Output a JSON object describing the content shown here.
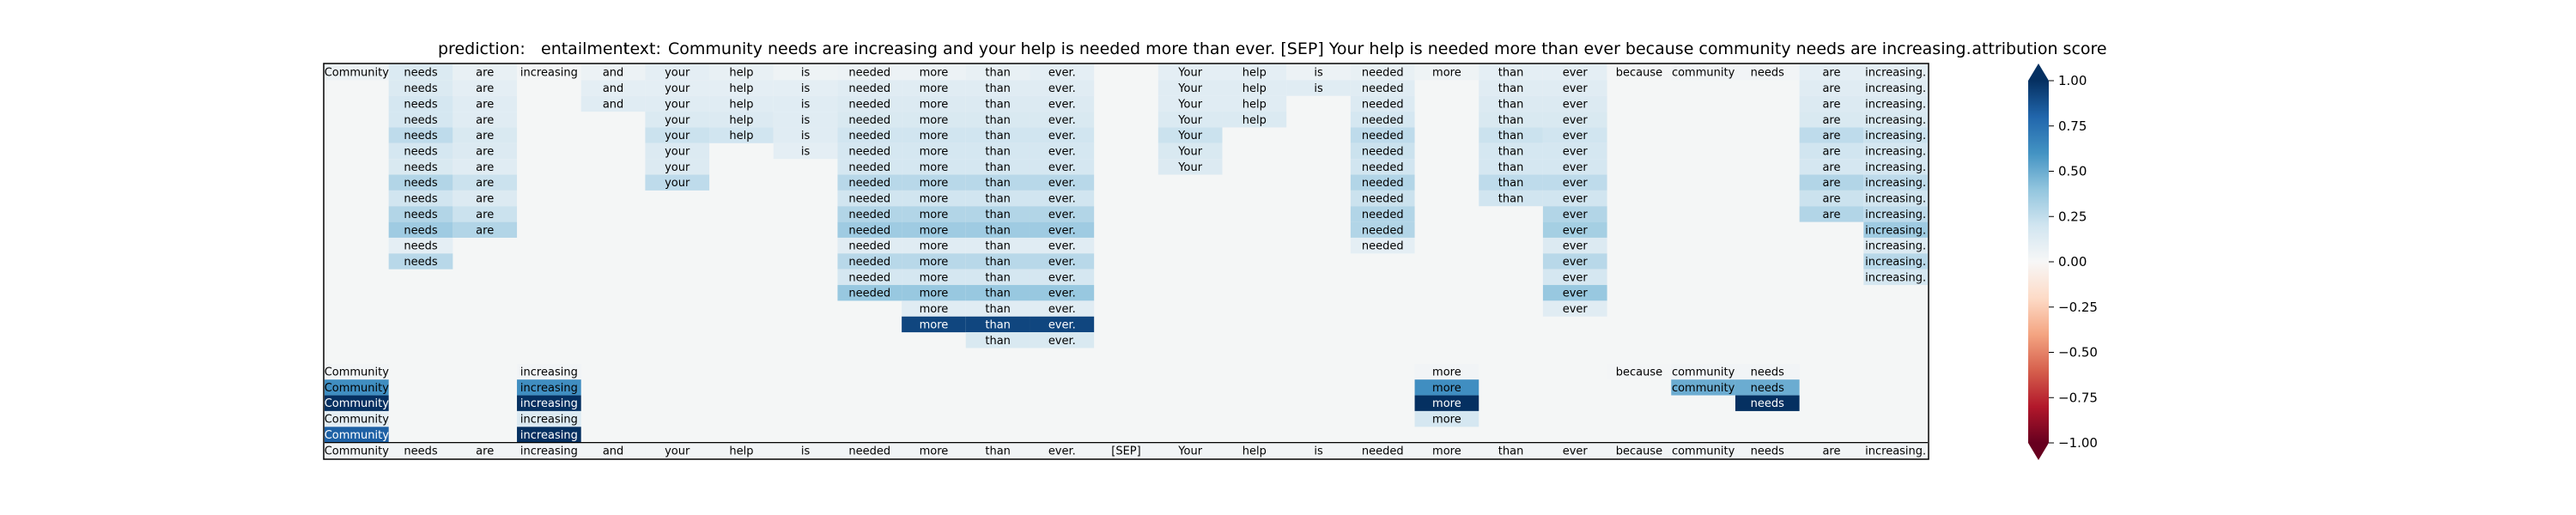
{
  "chart_data": {
    "type": "heatmap",
    "title_prefix": "prediction:",
    "prediction": "entailment",
    "title_text_label": "text:",
    "title_text": "Community needs are increasing and your help is needed more than ever. [SEP] Your help is needed more than ever because community needs are increasing.",
    "colorbar_title": "attribution score",
    "colorbar_ticks": [
      "1.00",
      "0.75",
      "0.50",
      "0.25",
      "0.00",
      "−0.25",
      "−0.50",
      "−0.75",
      "−1.00"
    ],
    "value_range": [
      -1,
      1
    ],
    "colormap": [
      "#67001f",
      "#b2182b",
      "#d6604d",
      "#f4a582",
      "#fddbc7",
      "#f7f7f7",
      "#d1e5f0",
      "#92c5de",
      "#4393c3",
      "#2166ac",
      "#053061"
    ],
    "cell_background": "#f4f6f6",
    "tokens": [
      "Community",
      "needs",
      "are",
      "increasing",
      "and",
      "your",
      "help",
      "is",
      "needed",
      "more",
      "than",
      "ever.",
      "[SEP]",
      "Your",
      "help",
      "is",
      "needed",
      "more",
      "than",
      "ever",
      "because",
      "community",
      "needs",
      "are",
      "increasing."
    ],
    "rows": [
      [
        [
          0,
          0.06
        ],
        [
          1,
          0.15
        ],
        [
          2,
          0.08
        ],
        [
          3,
          0.02
        ],
        [
          4,
          0.06
        ],
        [
          5,
          0.1
        ],
        [
          6,
          0.08
        ],
        [
          7,
          0.05
        ],
        [
          8,
          0.06
        ],
        [
          9,
          0.06
        ],
        [
          10,
          0.08
        ],
        [
          11,
          0.1
        ],
        [
          13,
          0.1
        ],
        [
          14,
          0.1
        ],
        [
          15,
          0.06
        ],
        [
          16,
          0.08
        ],
        [
          17,
          0.05
        ],
        [
          18,
          0.1
        ],
        [
          19,
          0.1
        ],
        [
          20,
          0.02
        ],
        [
          21,
          0.03
        ],
        [
          22,
          0.03
        ],
        [
          23,
          0.1
        ],
        [
          24,
          0.1
        ]
      ],
      [
        [
          1,
          0.15
        ],
        [
          2,
          0.1
        ],
        [
          4,
          0.1
        ],
        [
          5,
          0.1
        ],
        [
          6,
          0.1
        ],
        [
          7,
          0.1
        ],
        [
          8,
          0.12
        ],
        [
          9,
          0.12
        ],
        [
          10,
          0.12
        ],
        [
          11,
          0.12
        ],
        [
          13,
          0.12
        ],
        [
          14,
          0.12
        ],
        [
          15,
          0.12
        ],
        [
          16,
          0.12
        ],
        [
          18,
          0.12
        ],
        [
          19,
          0.12
        ],
        [
          23,
          0.12
        ],
        [
          24,
          0.12
        ]
      ],
      [
        [
          1,
          0.18
        ],
        [
          2,
          0.12
        ],
        [
          4,
          0.12
        ],
        [
          5,
          0.12
        ],
        [
          6,
          0.12
        ],
        [
          7,
          0.12
        ],
        [
          8,
          0.14
        ],
        [
          9,
          0.14
        ],
        [
          10,
          0.14
        ],
        [
          11,
          0.14
        ],
        [
          13,
          0.12
        ],
        [
          14,
          0.12
        ],
        [
          16,
          0.14
        ],
        [
          18,
          0.14
        ],
        [
          19,
          0.14
        ],
        [
          23,
          0.14
        ],
        [
          24,
          0.14
        ]
      ],
      [
        [
          1,
          0.18
        ],
        [
          2,
          0.12
        ],
        [
          5,
          0.15
        ],
        [
          6,
          0.14
        ],
        [
          7,
          0.12
        ],
        [
          8,
          0.16
        ],
        [
          9,
          0.16
        ],
        [
          10,
          0.16
        ],
        [
          11,
          0.16
        ],
        [
          13,
          0.15
        ],
        [
          14,
          0.15
        ],
        [
          16,
          0.18
        ],
        [
          18,
          0.16
        ],
        [
          19,
          0.16
        ],
        [
          23,
          0.16
        ],
        [
          24,
          0.16
        ]
      ],
      [
        [
          1,
          0.26
        ],
        [
          2,
          0.16
        ],
        [
          5,
          0.22
        ],
        [
          6,
          0.2
        ],
        [
          7,
          0.12
        ],
        [
          8,
          0.2
        ],
        [
          9,
          0.2
        ],
        [
          10,
          0.2
        ],
        [
          11,
          0.2
        ],
        [
          13,
          0.22
        ],
        [
          16,
          0.26
        ],
        [
          18,
          0.22
        ],
        [
          19,
          0.2
        ],
        [
          23,
          0.26
        ],
        [
          24,
          0.22
        ]
      ],
      [
        [
          1,
          0.18
        ],
        [
          2,
          0.14
        ],
        [
          5,
          0.14
        ],
        [
          7,
          0.1
        ],
        [
          8,
          0.18
        ],
        [
          9,
          0.18
        ],
        [
          10,
          0.18
        ],
        [
          11,
          0.18
        ],
        [
          13,
          0.16
        ],
        [
          16,
          0.22
        ],
        [
          18,
          0.18
        ],
        [
          19,
          0.18
        ],
        [
          23,
          0.2
        ],
        [
          24,
          0.18
        ]
      ],
      [
        [
          1,
          0.16
        ],
        [
          2,
          0.12
        ],
        [
          5,
          0.14
        ],
        [
          8,
          0.18
        ],
        [
          9,
          0.18
        ],
        [
          10,
          0.18
        ],
        [
          11,
          0.18
        ],
        [
          13,
          0.14
        ],
        [
          16,
          0.2
        ],
        [
          18,
          0.18
        ],
        [
          19,
          0.18
        ],
        [
          23,
          0.18
        ],
        [
          24,
          0.18
        ]
      ],
      [
        [
          1,
          0.3
        ],
        [
          2,
          0.22
        ],
        [
          5,
          0.26
        ],
        [
          8,
          0.28
        ],
        [
          9,
          0.28
        ],
        [
          10,
          0.28
        ],
        [
          11,
          0.28
        ],
        [
          16,
          0.3
        ],
        [
          18,
          0.26
        ],
        [
          19,
          0.26
        ],
        [
          23,
          0.3
        ],
        [
          24,
          0.26
        ]
      ],
      [
        [
          1,
          0.2
        ],
        [
          2,
          0.14
        ],
        [
          8,
          0.2
        ],
        [
          9,
          0.2
        ],
        [
          10,
          0.2
        ],
        [
          11,
          0.2
        ],
        [
          16,
          0.22
        ],
        [
          18,
          0.2
        ],
        [
          19,
          0.2
        ],
        [
          23,
          0.22
        ],
        [
          24,
          0.2
        ]
      ],
      [
        [
          1,
          0.3
        ],
        [
          2,
          0.22
        ],
        [
          8,
          0.3
        ],
        [
          9,
          0.3
        ],
        [
          10,
          0.3
        ],
        [
          11,
          0.3
        ],
        [
          16,
          0.3
        ],
        [
          19,
          0.3
        ],
        [
          23,
          0.3
        ],
        [
          24,
          0.26
        ]
      ],
      [
        [
          1,
          0.36
        ],
        [
          2,
          0.3
        ],
        [
          8,
          0.36
        ],
        [
          9,
          0.36
        ],
        [
          10,
          0.36
        ],
        [
          11,
          0.36
        ],
        [
          16,
          0.3
        ],
        [
          19,
          0.34
        ],
        [
          24,
          0.36
        ]
      ],
      [
        [
          1,
          0.1
        ],
        [
          8,
          0.12
        ],
        [
          9,
          0.12
        ],
        [
          10,
          0.12
        ],
        [
          11,
          0.12
        ],
        [
          16,
          0.1
        ],
        [
          19,
          0.14
        ],
        [
          24,
          0.14
        ]
      ],
      [
        [
          1,
          0.28
        ],
        [
          8,
          0.28
        ],
        [
          9,
          0.28
        ],
        [
          10,
          0.28
        ],
        [
          11,
          0.28
        ],
        [
          19,
          0.28
        ],
        [
          24,
          0.28
        ]
      ],
      [
        [
          8,
          0.18
        ],
        [
          9,
          0.18
        ],
        [
          10,
          0.18
        ],
        [
          11,
          0.18
        ],
        [
          19,
          0.18
        ],
        [
          24,
          0.18
        ]
      ],
      [
        [
          8,
          0.38
        ],
        [
          9,
          0.38
        ],
        [
          10,
          0.38
        ],
        [
          11,
          0.38
        ],
        [
          19,
          0.38
        ]
      ],
      [
        [
          9,
          0.12
        ],
        [
          10,
          0.12
        ],
        [
          11,
          0.12
        ],
        [
          19,
          0.12
        ]
      ],
      [
        [
          9,
          0.92
        ],
        [
          10,
          0.92
        ],
        [
          11,
          0.92
        ]
      ],
      [
        [
          10,
          0.16
        ],
        [
          11,
          0.16
        ]
      ],
      [],
      [
        [
          0,
          0.03
        ],
        [
          3,
          0.03
        ],
        [
          17,
          0.03
        ],
        [
          20,
          0.02
        ],
        [
          21,
          0.03
        ],
        [
          22,
          0.03
        ]
      ],
      [
        [
          0,
          0.62
        ],
        [
          3,
          0.62
        ],
        [
          17,
          0.62
        ],
        [
          21,
          0.5
        ],
        [
          22,
          0.5
        ]
      ],
      [
        [
          0,
          1.0
        ],
        [
          3,
          1.0
        ],
        [
          17,
          1.0
        ],
        [
          22,
          1.0
        ]
      ],
      [
        [
          0,
          0.1
        ],
        [
          3,
          0.14
        ],
        [
          17,
          0.18
        ]
      ],
      [
        [
          0,
          0.82
        ],
        [
          3,
          1.0
        ]
      ],
      [
        [
          0,
          0.03
        ],
        [
          1,
          0.03
        ],
        [
          2,
          0.03
        ],
        [
          3,
          0.03
        ],
        [
          4,
          0.03
        ],
        [
          5,
          0.03
        ],
        [
          6,
          0.03
        ],
        [
          7,
          0.03
        ],
        [
          8,
          0.03
        ],
        [
          9,
          0.03
        ],
        [
          10,
          0.03
        ],
        [
          11,
          0.03
        ],
        [
          12,
          0.03
        ],
        [
          13,
          0.03
        ],
        [
          14,
          0.03
        ],
        [
          15,
          0.03
        ],
        [
          16,
          0.03
        ],
        [
          17,
          0.03
        ],
        [
          18,
          0.03
        ],
        [
          19,
          0.03
        ],
        [
          20,
          0.03
        ],
        [
          21,
          0.03
        ],
        [
          22,
          0.03
        ],
        [
          23,
          0.03
        ],
        [
          24,
          0.03
        ]
      ]
    ]
  }
}
